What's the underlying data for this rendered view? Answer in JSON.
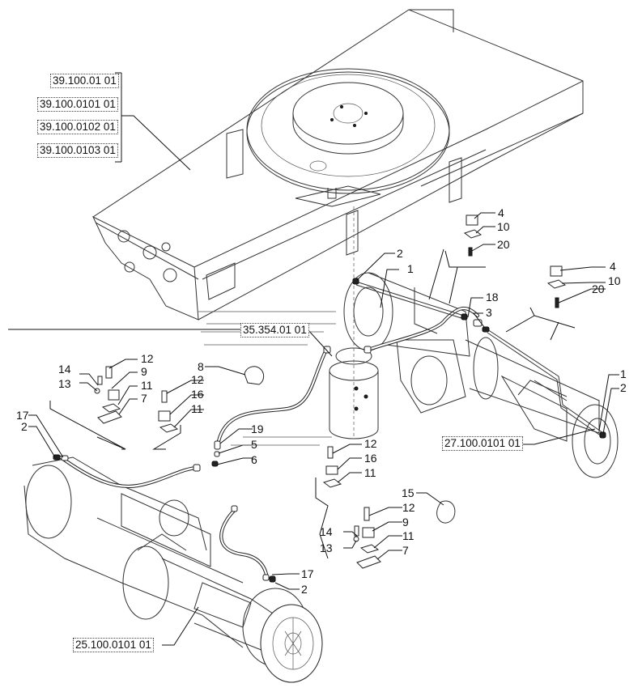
{
  "diagram": {
    "type": "exploded-parts-view",
    "subject": "Axle hydraulic lines and clamps",
    "references": {
      "frame_group": [
        "39.100.01 01",
        "39.100.0101 01",
        "39.100.0102 01",
        "39.100.0103 01"
      ],
      "swivel": "35.354.01 01",
      "rear_axle": "27.100.0101 01",
      "front_axle": "25.100.0101 01"
    },
    "callouts": {
      "c4a": "4",
      "c10a": "10",
      "c20a": "20",
      "c4b": "4",
      "c10b": "10",
      "c20b": "20",
      "c2a": "2",
      "c1a": "1",
      "c18": "18",
      "c3": "3",
      "c1b": "1",
      "c2b": "2",
      "c8": "8",
      "c12a": "12",
      "c9a": "9",
      "c14a": "14",
      "c13a": "13",
      "c11a": "11",
      "c7a": "7",
      "c12b": "12",
      "c16a": "16",
      "c11b": "11",
      "c17a": "17",
      "c2c": "2",
      "c19": "19",
      "c5": "5",
      "c6": "6",
      "c12c": "12",
      "c16b": "16",
      "c11c": "11",
      "c15": "15",
      "c12d": "12",
      "c9b": "9",
      "c14b": "14",
      "c13b": "13",
      "c11d": "11",
      "c7b": "7",
      "c17b": "17",
      "c2d": "2"
    }
  }
}
